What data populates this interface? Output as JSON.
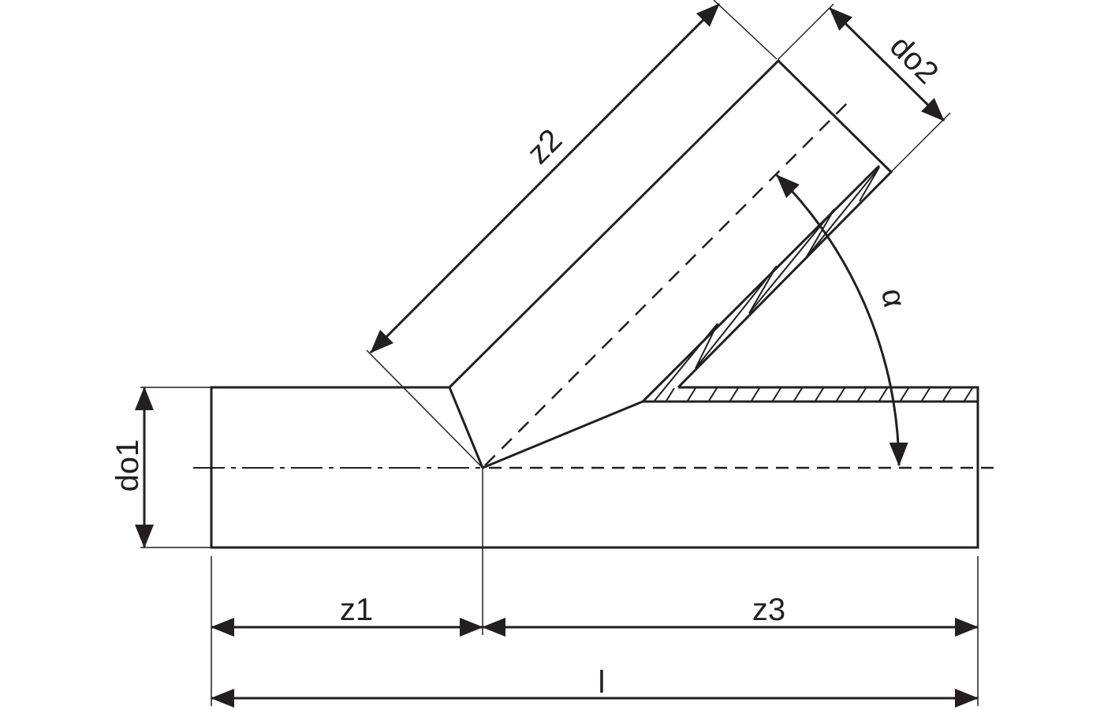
{
  "labels": {
    "z2": "z2",
    "do2": "do2",
    "alpha": "α",
    "do1": "do1",
    "z1": "z1",
    "z3": "z3",
    "l": "l"
  },
  "colors": {
    "line": "#231f20",
    "background": "#ffffff"
  }
}
